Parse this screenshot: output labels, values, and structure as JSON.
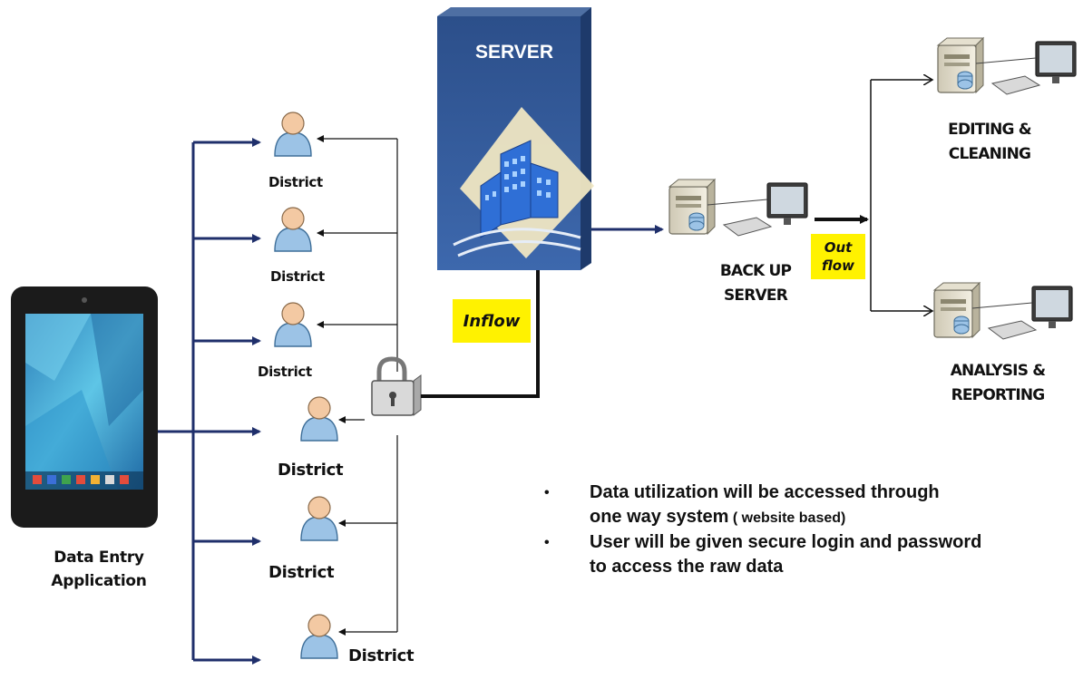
{
  "server": {
    "title": "SERVER"
  },
  "districts": [
    {
      "label": "District"
    },
    {
      "label": "District"
    },
    {
      "label": "District"
    },
    {
      "label": "District"
    },
    {
      "label": "District"
    },
    {
      "label": "District"
    }
  ],
  "tablet": {
    "caption_line1": "Data Entry",
    "caption_line2": "Application"
  },
  "backup": {
    "line1": "BACK UP",
    "line2": "SERVER"
  },
  "editing": {
    "line1": "EDITING &",
    "line2": "CLEANING"
  },
  "analysis": {
    "line1": "ANALYSIS &",
    "line2": "REPORTING"
  },
  "inflow": {
    "label": "Inflow"
  },
  "outflow": {
    "line1": "Out",
    "line2": "flow"
  },
  "notes": [
    {
      "main": "Data utilization will be accessed through",
      "cont": "one way system",
      "extra": " ( website based)"
    },
    {
      "main": "User will be given secure login and password",
      "cont": "to access the raw data",
      "extra": ""
    }
  ],
  "colors": {
    "arrow_navy": "#1f2f6b",
    "server_blue": "#2c4f8a",
    "callout_yellow": "#fff200",
    "person_blue": "#9cc3e6",
    "skin": "#f3c9a3"
  }
}
